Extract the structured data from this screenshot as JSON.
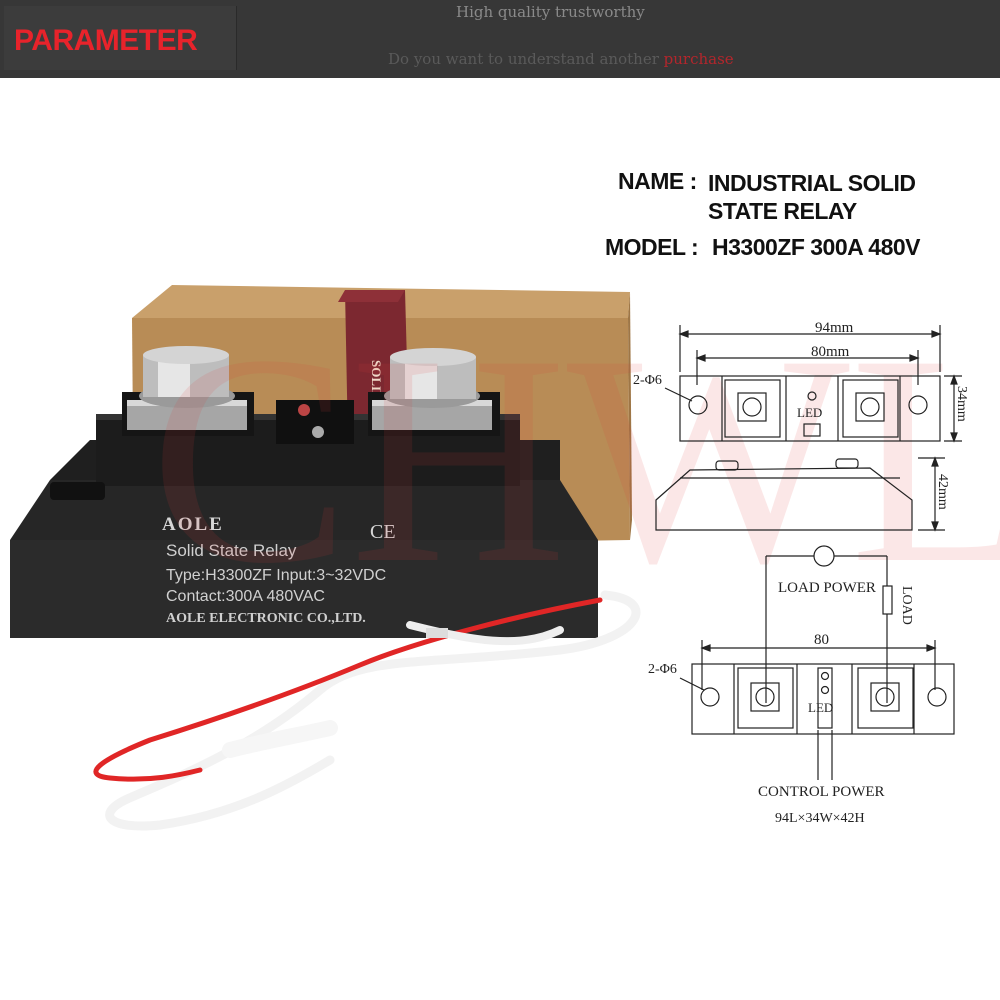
{
  "header": {
    "badge": "PARAMETER",
    "tagline": "High quality trustworthy",
    "subline_prefix": "Do you want to understand another ",
    "subline_highlight": "purchase"
  },
  "spec": {
    "name_label": "NAME :",
    "name_value_line1": "INDUSTRIAL SOLID",
    "name_value_line2": "STATE RELAY",
    "model_label": "MODEL :",
    "model_value": "H3300ZF 300A 480V"
  },
  "product": {
    "brand": "AOLE",
    "ce_mark": "CE",
    "title": "Solid  State Relay",
    "type_line": "Type:H3300ZF  Input:3~32VDC",
    "contact_line": "Contact:300A  480VAC",
    "maker_line": "AOLE ELECTRONIC CO.,LTD.",
    "box_side_text": "SOLID"
  },
  "watermark": "CHWL",
  "drawing": {
    "top": {
      "dim_overall": "94mm",
      "dim_holes": "80mm",
      "holes_label": "2-Φ6",
      "led_label": "LED",
      "dim_width": "34mm"
    },
    "side": {
      "dim_height": "42mm"
    },
    "wiring": {
      "load_power_label": "LOAD  POWER",
      "load_label": "LOAD",
      "dim_holes": "80",
      "holes_label": "2-Φ6",
      "led_label": "LED",
      "control_power_label": "CONTROL  POWER",
      "size_label": "94L×34W×42H"
    }
  }
}
